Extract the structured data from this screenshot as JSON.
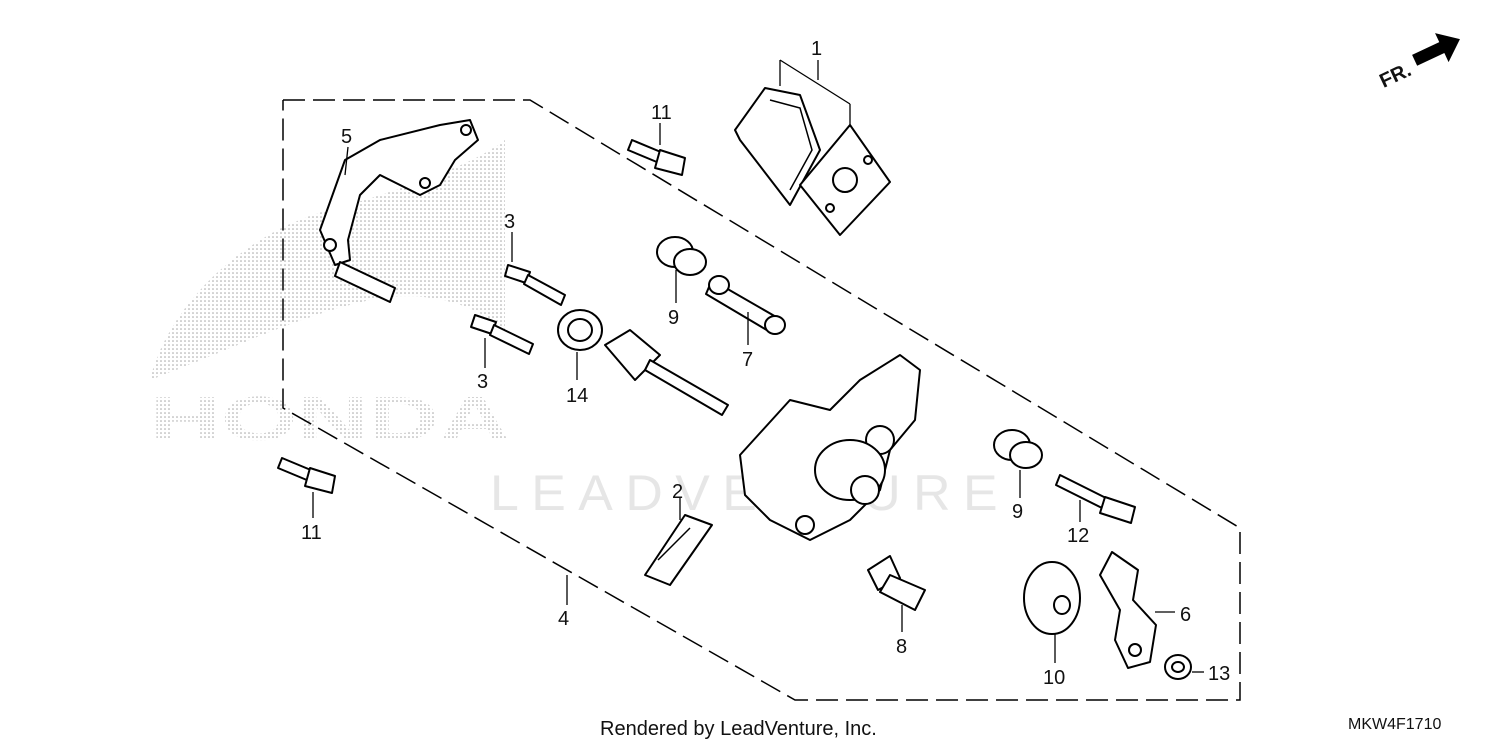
{
  "diagram": {
    "callouts": [
      {
        "id": "c1",
        "text": "1"
      },
      {
        "id": "c2",
        "text": "2"
      },
      {
        "id": "c3a",
        "text": "3"
      },
      {
        "id": "c3b",
        "text": "3"
      },
      {
        "id": "c4",
        "text": "4"
      },
      {
        "id": "c5",
        "text": "5"
      },
      {
        "id": "c6",
        "text": "6"
      },
      {
        "id": "c7",
        "text": "7"
      },
      {
        "id": "c8",
        "text": "8"
      },
      {
        "id": "c9a",
        "text": "9"
      },
      {
        "id": "c9b",
        "text": "9"
      },
      {
        "id": "c10",
        "text": "10"
      },
      {
        "id": "c11a",
        "text": "11"
      },
      {
        "id": "c11b",
        "text": "11"
      },
      {
        "id": "c12",
        "text": "12"
      },
      {
        "id": "c13",
        "text": "13"
      },
      {
        "id": "c14",
        "text": "14"
      }
    ],
    "direction_label": "FR.",
    "footer_credit": "Rendered by LeadVenture, Inc.",
    "diagram_code": "MKW4F1710",
    "watermark_text": "LEADVENTURE",
    "brand_text": "HONDA"
  }
}
